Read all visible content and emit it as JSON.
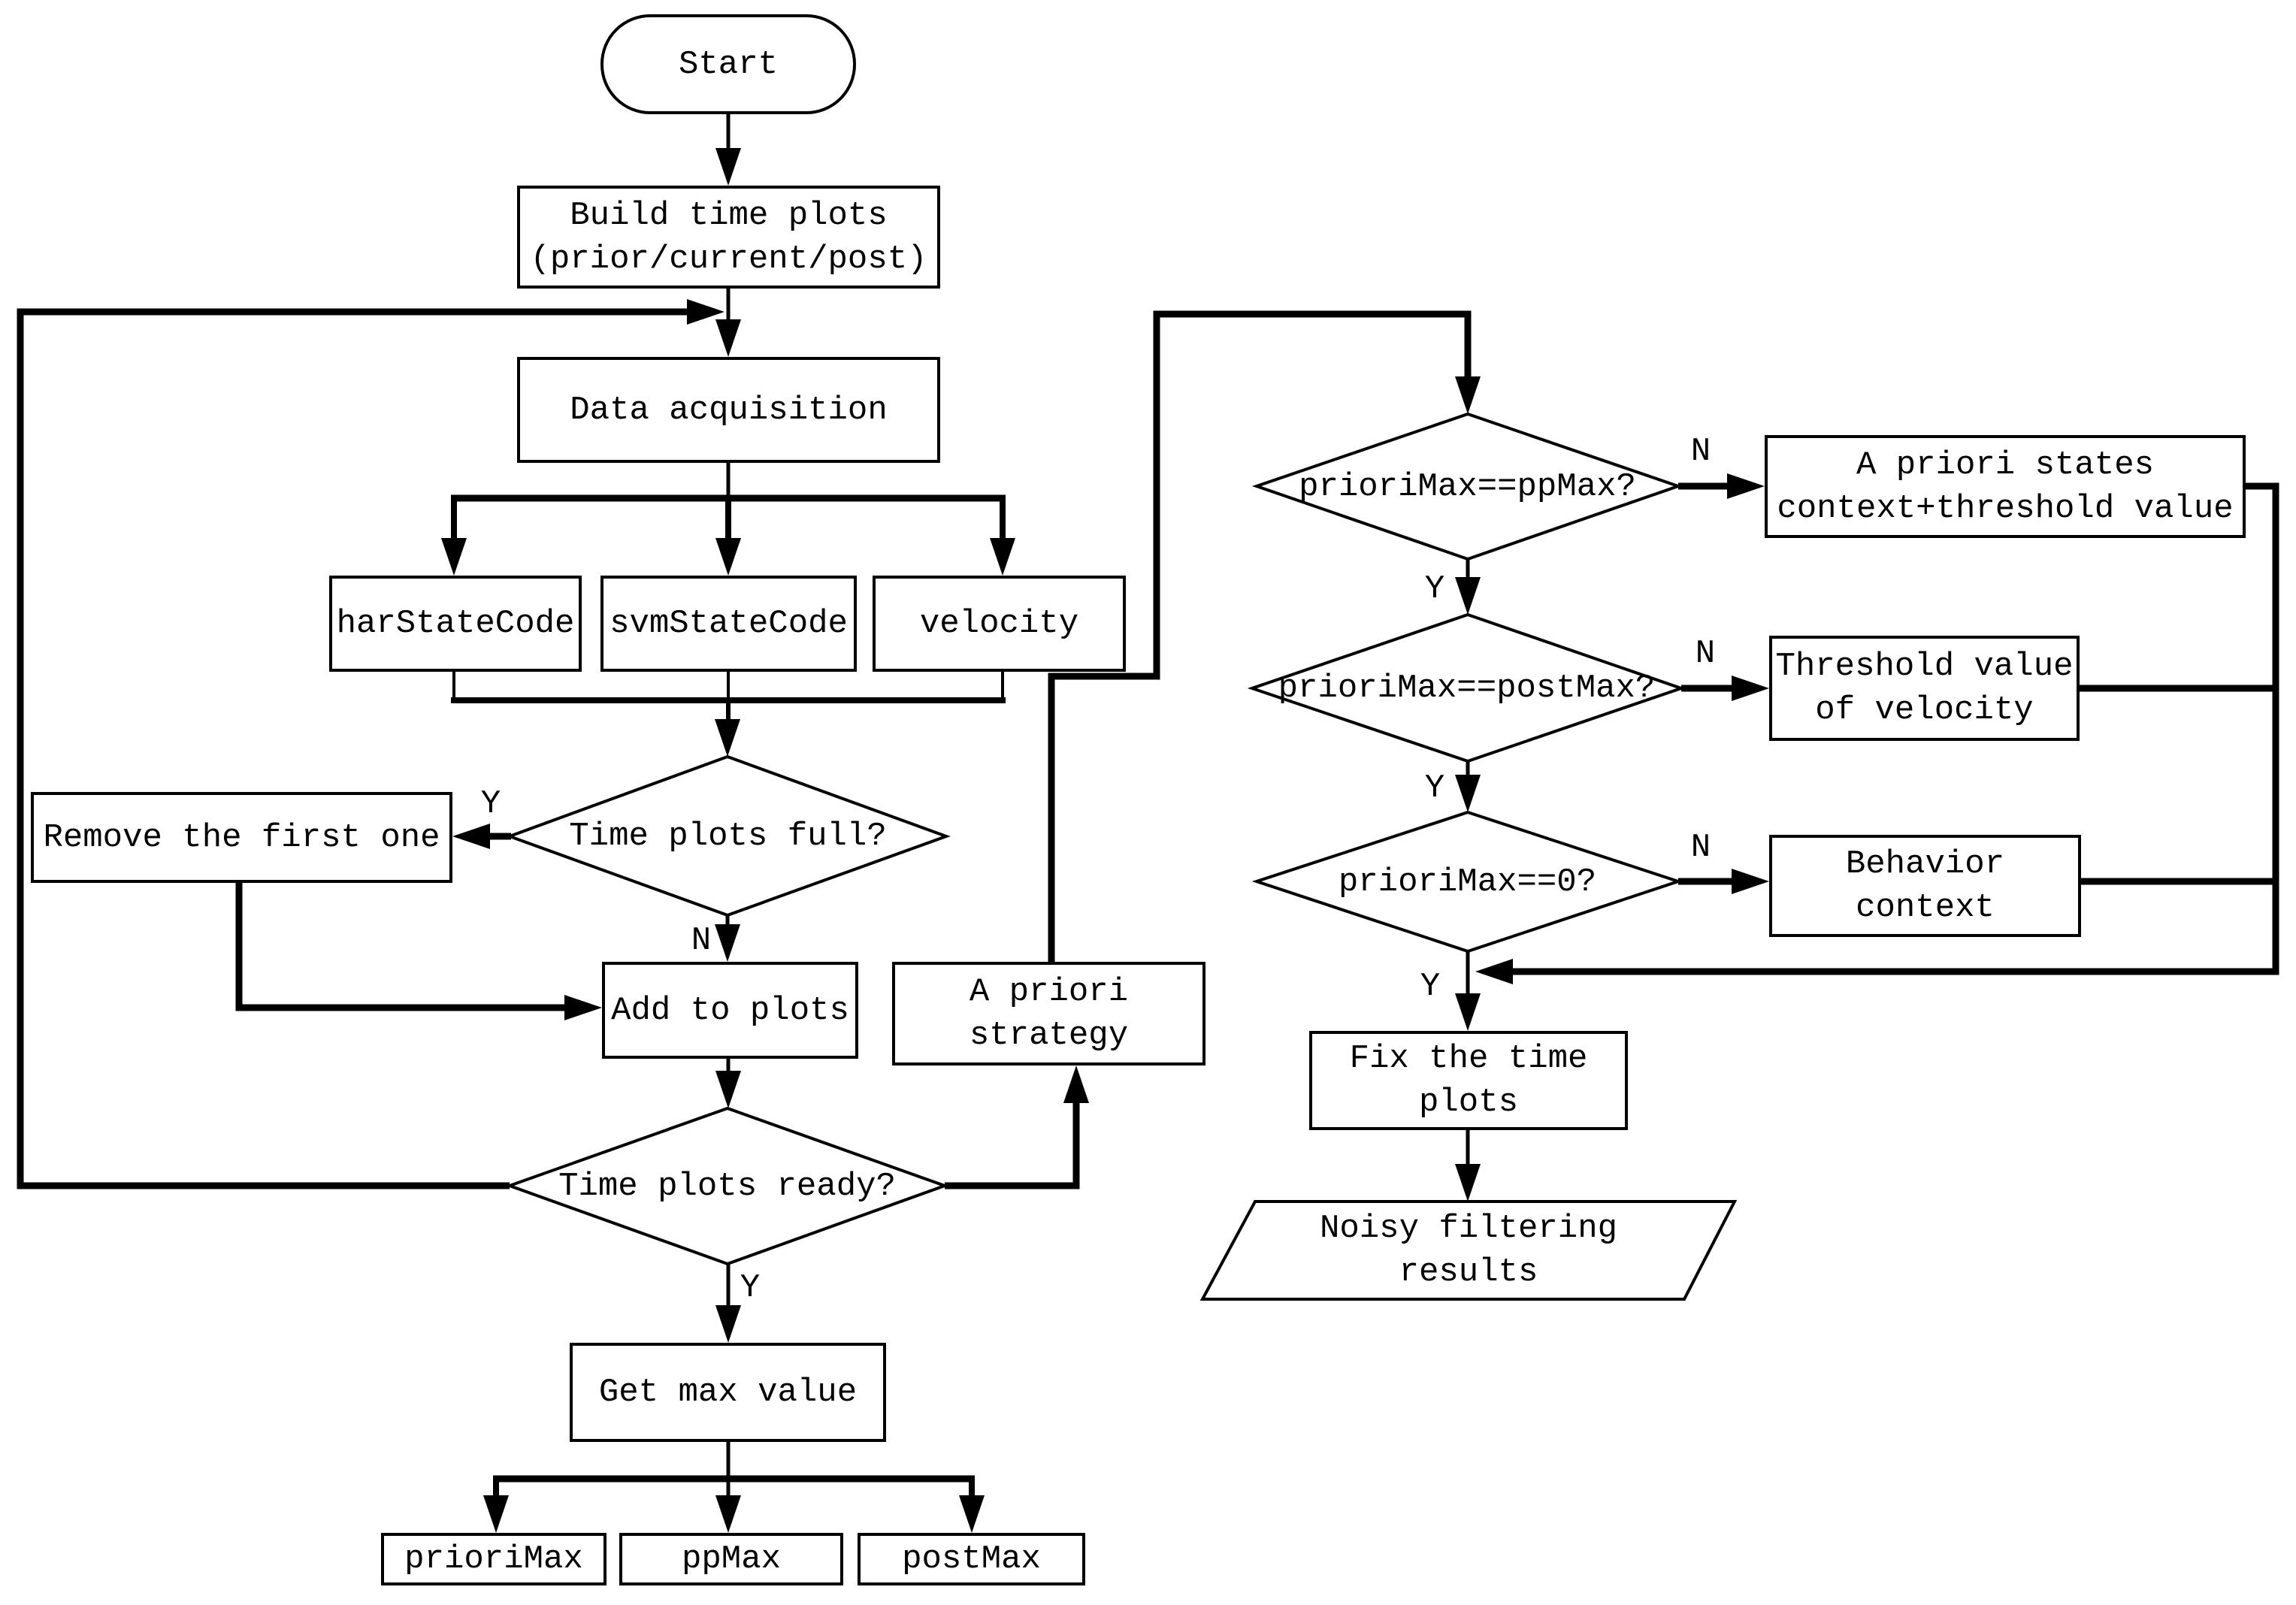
{
  "colors": {
    "line": "#000000",
    "background": "#ffffff"
  },
  "flowchart": {
    "start": {
      "label": "Start"
    },
    "build_time_plots": {
      "line1": "Build time plots",
      "line2": "(prior/current/post)"
    },
    "data_acquisition": {
      "label": "Data acquisition"
    },
    "har_state_code": {
      "label": "harStateCode"
    },
    "svm_state_code": {
      "label": "svmStateCode"
    },
    "velocity": {
      "label": "velocity"
    },
    "time_plots_full": {
      "label": "Time plots full?",
      "yes_label": "Y",
      "no_label": "N"
    },
    "remove_first": {
      "label": "Remove the first one"
    },
    "add_to_plots": {
      "label": "Add to plots"
    },
    "a_priori_strategy": {
      "line1": "A priori",
      "line2": "strategy"
    },
    "time_plots_ready": {
      "label": "Time plots ready?",
      "yes_label": "Y"
    },
    "get_max_value": {
      "label": "Get max value"
    },
    "priori_max": {
      "label": "prioriMax"
    },
    "pp_max": {
      "label": "ppMax"
    },
    "post_max": {
      "label": "postMax"
    },
    "cond_priori_pp": {
      "label": "prioriMax==ppMax?",
      "yes_label": "Y",
      "no_label": "N"
    },
    "a_priori_states": {
      "line1": "A priori states",
      "line2": "context+threshold value"
    },
    "cond_priori_post": {
      "label": "prioriMax==postMax?",
      "yes_label": "Y",
      "no_label": "N"
    },
    "threshold_velocity": {
      "line1": "Threshold value",
      "line2": "of velocity"
    },
    "cond_priori_zero": {
      "label": "prioriMax==0?",
      "yes_label": "Y",
      "no_label": "N"
    },
    "behavior_context": {
      "line1": "Behavior",
      "line2": "context"
    },
    "fix_time_plots": {
      "line1": "Fix the time",
      "line2": "plots"
    },
    "noisy_results": {
      "line1": "Noisy filtering",
      "line2": "results"
    }
  }
}
